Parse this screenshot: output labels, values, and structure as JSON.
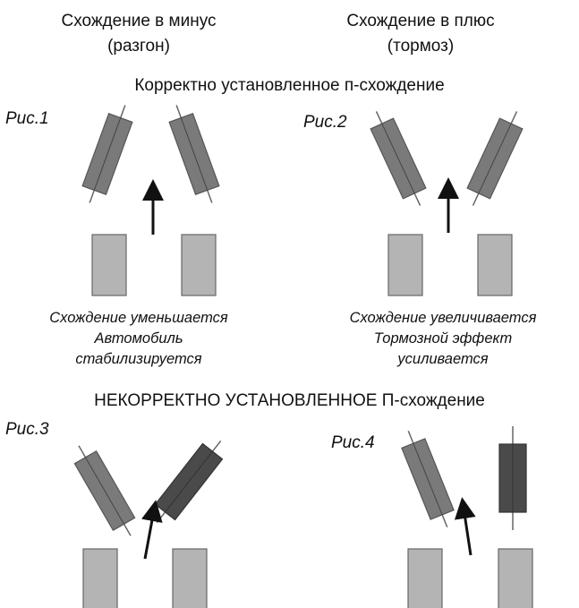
{
  "headers": {
    "left_line1": "Схождение в минус",
    "left_line2": "(разгон)",
    "right_line1": "Схождение в плюс",
    "right_line2": "(тормоз)"
  },
  "section1_title": "Корректно установленное п-схождение",
  "section2_title": "НЕКОРРЕКТНО УСТАНОВЛЕННОЕ П-схождение",
  "figures": {
    "fig1": "Рис.1",
    "fig2": "Рис.2",
    "fig3": "Рис.3",
    "fig4": "Рис.4"
  },
  "captions": {
    "fig1_line1": "Схождение уменьшается",
    "fig1_line2": "Автомобиль",
    "fig1_line3": "стабилизируется",
    "fig2_line1": "Схождение увеличивается",
    "fig2_line2": "Тормозной эффект",
    "fig2_line3": "усиливается"
  },
  "colors": {
    "front_wheel": "#7a7a7a",
    "front_wheel_dark": "#4a4a4a",
    "rear_wheel": "#b4b4b4",
    "outline": "#555555",
    "arrow": "#111111"
  }
}
